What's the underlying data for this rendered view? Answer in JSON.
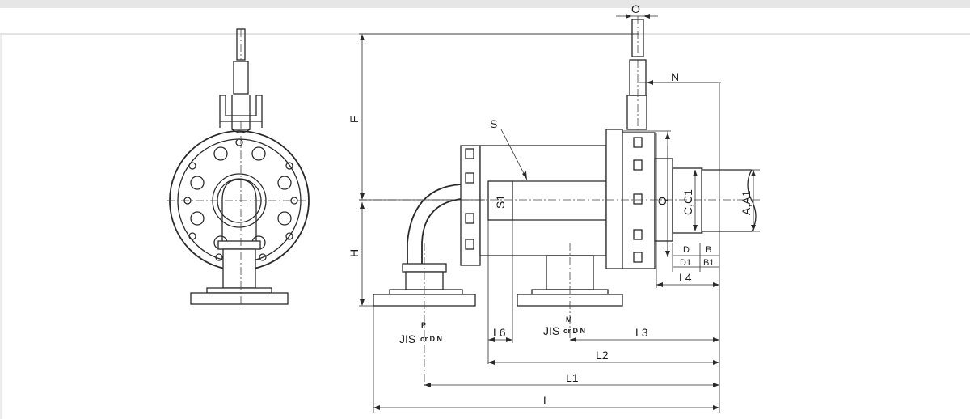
{
  "labels": {
    "O": "O",
    "N": "N",
    "F": "F",
    "S": "S",
    "S1": "S1",
    "Q": "Q",
    "C_C1": "C,C1",
    "A_A1": "A,A1",
    "H": "H",
    "D": "D",
    "B": "B",
    "D1": "D1",
    "B1": "B1",
    "L4": "L4",
    "P": "P",
    "M": "M",
    "L6": "L6",
    "L3": "L3",
    "L2": "L2",
    "L1": "L1",
    "L": "L",
    "JIS_left_a": "JIS",
    "JIS_left_b": "or D N",
    "JIS_right_a": "JIS",
    "JIS_right_b": "or D N"
  }
}
